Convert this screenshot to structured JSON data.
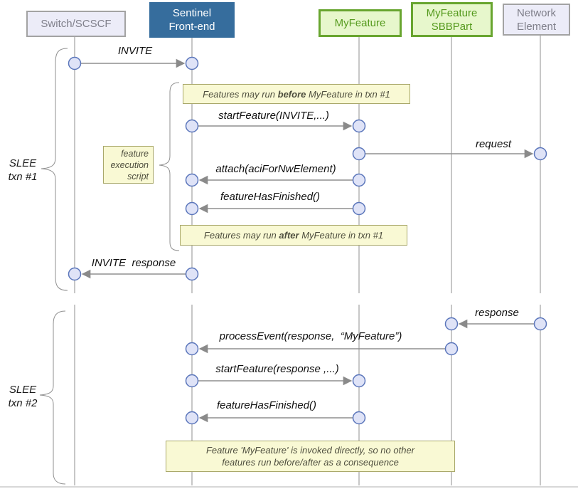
{
  "actors": {
    "switch": {
      "label": "Switch/SCSCF"
    },
    "sentinel": {
      "line1": "Sentinel",
      "line2": "Front-end"
    },
    "myfeature": {
      "label": "MyFeature"
    },
    "sbbpart": {
      "line1": "MyFeature",
      "line2": "SBBPart"
    },
    "network": {
      "line1": "Network",
      "line2": "Element"
    }
  },
  "groups": {
    "txn1": {
      "line1": "SLEE",
      "line2": "txn #1"
    },
    "txn2": {
      "line1": "SLEE",
      "line2": "txn #2"
    }
  },
  "messages": {
    "invite": "INVITE",
    "start_feature_invite": "startFeature(INVITE,...)",
    "request": "request",
    "attach": "attach(aciForNwElement)",
    "feature_has_finished_1": "featureHasFinished()",
    "invite_response": "INVITE  response",
    "response": "response",
    "process_event": "processEvent(response,  “MyFeature”)",
    "start_feature_response": "startFeature(response ,...)",
    "feature_has_finished_2": "featureHasFinished()"
  },
  "notes": {
    "before": {
      "prefix": "Features may run ",
      "bold": "before",
      "suffix": " MyFeature in txn #1"
    },
    "after": {
      "prefix": "Features may run ",
      "bold": "after",
      "suffix": " MyFeature in txn #1"
    },
    "script": {
      "line1": "feature",
      "line2": "execution",
      "line3": "script"
    },
    "direct": {
      "line1": "Feature 'MyFeature' is invoked directly, so no other",
      "line2": "features run before/after as a consequence"
    }
  },
  "colors": {
    "blue-header": "#366d9d",
    "blue-header-text": "#ffffff",
    "green-border": "#68a52f",
    "green-fill": "#e7f7cc",
    "green-text": "#559a1e",
    "gray-border": "#a3a3a3",
    "lav-fill": "#ececf8",
    "gray-text": "#7f7f8a",
    "line-gray": "#8f8f8f",
    "circle-fill": "#dfe3f7",
    "circle-stroke": "#5b76bb",
    "note-fill": "#f9f9d4",
    "note-border": "#a9a86b",
    "note-text": "#4e4e3e",
    "label-text": "#101010",
    "page-edge": "#cccccc"
  }
}
